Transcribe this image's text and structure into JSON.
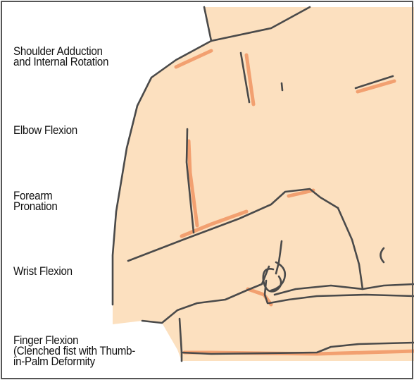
{
  "labels": {
    "shoulder": [
      "Shoulder Adduction",
      "and Internal Rotation"
    ],
    "elbow": [
      "Elbow Flexion"
    ],
    "forearm": [
      "Forearm",
      "Pronation"
    ],
    "wrist": [
      "Wrist Flexion"
    ],
    "finger": [
      "Finger Flexion",
      "(Clenched fist with Thumb-",
      "in-Palm Deformity"
    ]
  },
  "colors": {
    "skin": "#fce0bf",
    "shadow": "#f2a070",
    "outline": "#4a4a4a",
    "frame": "#555555",
    "text": "#111111"
  }
}
